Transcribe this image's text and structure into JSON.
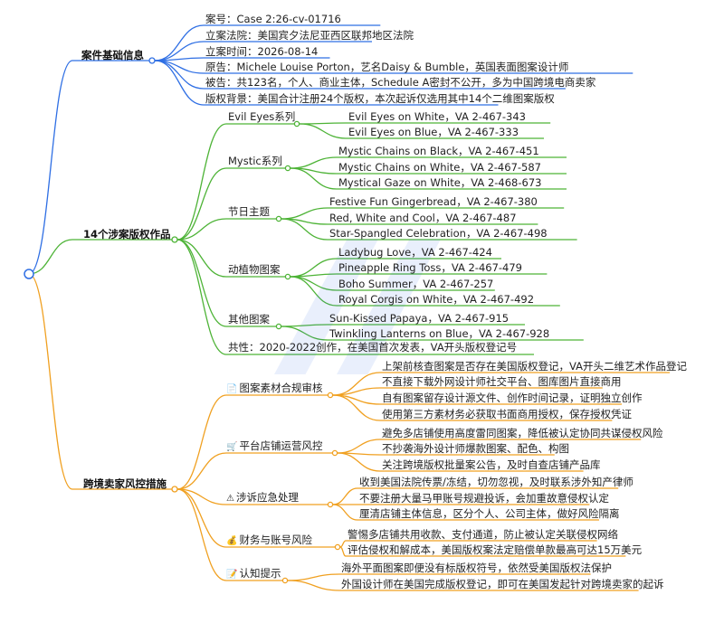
{
  "colors": {
    "blue": "#2f6fe4",
    "green": "#4db336",
    "orange": "#f0a020"
  },
  "root": {
    "icon": "circle-node-icon"
  },
  "basic": {
    "label": "案件基础信息",
    "items": [
      "案号：Case 2:26-cv-01716",
      "立案法院：美国宾夕法尼亚西区联邦地区法院",
      "立案时间：2026-08-14",
      "原告：Michele Louise Porton，艺名Daisy & Bumble，英国表面图案设计师",
      "被告：共123名，个人、商业主体，Schedule A密封不公开，多为中国跨境电商卖家",
      "版权背景：美国合计注册24个版权，本次起诉仅选用其中14个二维图案版权"
    ]
  },
  "works": {
    "label": "14个涉案版权作品",
    "groups": [
      {
        "label": "Evil Eyes系列",
        "items": [
          "Evil Eyes on White，VA 2-467-343",
          "Evil Eyes on Blue，VA 2-467-333"
        ]
      },
      {
        "label": "Mystic系列",
        "items": [
          "Mystic Chains on Black，VA 2-467-451",
          "Mystic Chains on White，VA 2-467-587",
          "Mystical Gaze on White，VA 2-468-673"
        ]
      },
      {
        "label": "节日主题",
        "items": [
          "Festive Fun Gingerbread，VA 2-467-380",
          "Red, White and Cool，VA 2-467-487",
          "Star-Spangled Celebration，VA 2-467-498"
        ]
      },
      {
        "label": "动植物图案",
        "items": [
          "Ladybug Love，VA 2-467-424",
          "Pineapple Ring Toss，VA 2-467-479",
          "Boho Summer，VA 2-467-257",
          "Royal Corgis on White，VA 2-467-492"
        ]
      },
      {
        "label": "其他图案",
        "items": [
          "Sun-Kissed Papaya，VA 2-467-915",
          "Twinkling Lanterns on Blue，VA 2-467-928"
        ]
      }
    ],
    "note": "共性：2020-2022创作，在美国首次发表，VA开头版权登记号"
  },
  "risk": {
    "label": "跨境卖家风控措施",
    "groups": [
      {
        "label": "图案素材合规审核",
        "icon": "document-icon",
        "glyph": "📄",
        "items": [
          "上架前核查图案是否存在美国版权登记，VA开头二维艺术作品登记",
          "不直接下载外网设计师社交平台、图库图片直接商用",
          "自有图案留存设计源文件、创作时间记录，证明独立创作",
          "使用第三方素材务必获取书面商用授权，保存授权凭证"
        ]
      },
      {
        "label": "平台店铺运营风控",
        "icon": "shopping-cart-icon",
        "glyph": "🛒",
        "items": [
          "避免多店铺使用高度雷同图案，降低被认定协同共谋侵权风险",
          "不抄袭海外设计师爆款图案、配色、构图",
          "关注跨境版权批量案公告，及时自查店铺产品库"
        ]
      },
      {
        "label": "涉诉应急处理",
        "icon": "alert-icon",
        "glyph": "⚠",
        "items": [
          "收到美国法院传票/冻结，切勿忽视，及时联系涉外知产律师",
          "不要注册大量马甲账号规避投诉，会加重故意侵权认定",
          "厘清店铺主体信息，区分个人、公司主体，做好风险隔离"
        ]
      },
      {
        "label": "财务与账号风险",
        "icon": "money-bag-icon",
        "glyph": "💰",
        "items": [
          "警惕多店铺共用收款、支付通道，防止被认定关联侵权网络",
          "评估侵权和解成本，美国版权案法定赔偿单款最高可达15万美元"
        ]
      },
      {
        "label": "认知提示",
        "icon": "memo-icon",
        "glyph": "📝",
        "items": [
          "海外平面图案即便没有标版权符号，依然受美国版权法保护",
          "外国设计师在美国完成版权登记，即可在美国发起针对跨境卖家的起诉"
        ]
      }
    ]
  }
}
